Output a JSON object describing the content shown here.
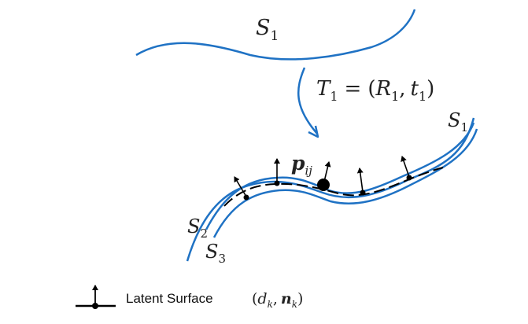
{
  "colors": {
    "surface": "#1f72c4",
    "arrow": "#1f72c4",
    "latent": "#000000",
    "text": "#222222"
  },
  "labels": {
    "s1_top": {
      "base": "S",
      "sub": "1"
    },
    "transform": {
      "lhs": "T",
      "lhs_sub": "1",
      "equals": "=",
      "open": "(",
      "r": "R",
      "r_sub": "1",
      "comma": ",",
      "t": "t",
      "t_sub": "1",
      "close": ")"
    },
    "s1_right": {
      "base": "S",
      "sub": "1"
    },
    "point": {
      "base": "p",
      "sub": "ij"
    },
    "s2": {
      "base": "S",
      "sub": "2"
    },
    "s3": {
      "base": "S",
      "sub": "3"
    }
  },
  "legend": {
    "text": "Latent Surface",
    "formula": {
      "open": "(",
      "d": "d",
      "d_sub": "k",
      "comma": ",",
      "n": "n",
      "n_sub": "k",
      "close": ")"
    }
  }
}
